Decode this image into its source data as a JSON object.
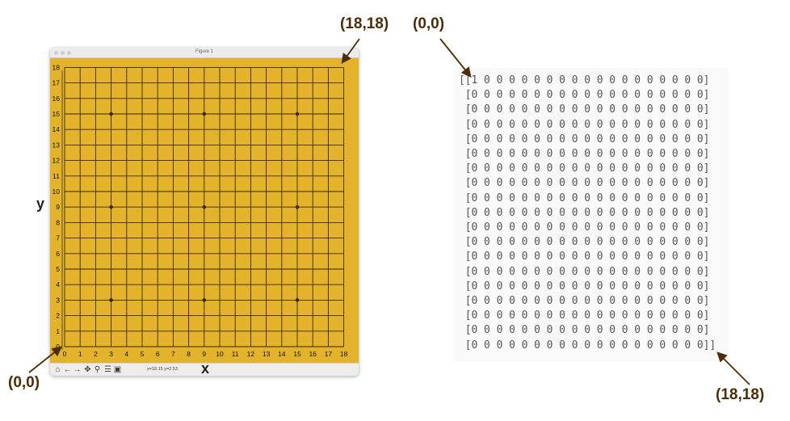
{
  "window": {
    "title": "Figure 1",
    "status": "x=18.15 y=2.53"
  },
  "toolbar_icons": [
    "home-icon",
    "back-arrow-icon",
    "forward-arrow-icon",
    "pan-icon",
    "zoom-icon",
    "configure-subplots-icon",
    "save-icon"
  ],
  "board": {
    "size": 19,
    "star_points": [
      [
        3,
        3
      ],
      [
        9,
        3
      ],
      [
        15,
        3
      ],
      [
        3,
        9
      ],
      [
        9,
        9
      ],
      [
        15,
        9
      ],
      [
        3,
        15
      ],
      [
        9,
        15
      ],
      [
        15,
        15
      ]
    ],
    "x_ticks": [
      "0",
      "1",
      "2",
      "3",
      "4",
      "5",
      "6",
      "7",
      "8",
      "9",
      "10",
      "11",
      "12",
      "13",
      "14",
      "15",
      "16",
      "17",
      "18"
    ],
    "y_ticks": [
      "0",
      "1",
      "2",
      "3",
      "4",
      "5",
      "6",
      "7",
      "8",
      "9",
      "10",
      "11",
      "12",
      "13",
      "14",
      "15",
      "16",
      "17",
      "18"
    ],
    "xlabel": "x",
    "ylabel": "y",
    "colors": {
      "board": "#e3b32c",
      "line": "#3a2a10"
    }
  },
  "annotations": {
    "top_right_board": "(18,18)",
    "bottom_left_board": "(0,0)",
    "top_left_matrix": "(0,0)",
    "bottom_right_matrix": "(18,18)",
    "arrow_color": "#4a2e08"
  },
  "matrix": {
    "rows": [
      "[[1 0 0 0 0 0 0 0 0 0 0 0 0 0 0 0 0 0 0]",
      " [0 0 0 0 0 0 0 0 0 0 0 0 0 0 0 0 0 0 0]",
      " [0 0 0 0 0 0 0 0 0 0 0 0 0 0 0 0 0 0 0]",
      " [0 0 0 0 0 0 0 0 0 0 0 0 0 0 0 0 0 0 0]",
      " [0 0 0 0 0 0 0 0 0 0 0 0 0 0 0 0 0 0 0]",
      " [0 0 0 0 0 0 0 0 0 0 0 0 0 0 0 0 0 0 0]",
      " [0 0 0 0 0 0 0 0 0 0 0 0 0 0 0 0 0 0 0]",
      " [0 0 0 0 0 0 0 0 0 0 0 0 0 0 0 0 0 0 0]",
      " [0 0 0 0 0 0 0 0 0 0 0 0 0 0 0 0 0 0 0]",
      " [0 0 0 0 0 0 0 0 0 0 0 0 0 0 0 0 0 0 0]",
      " [0 0 0 0 0 0 0 0 0 0 0 0 0 0 0 0 0 0 0]",
      " [0 0 0 0 0 0 0 0 0 0 0 0 0 0 0 0 0 0 0]",
      " [0 0 0 0 0 0 0 0 0 0 0 0 0 0 0 0 0 0 0]",
      " [0 0 0 0 0 0 0 0 0 0 0 0 0 0 0 0 0 0 0]",
      " [0 0 0 0 0 0 0 0 0 0 0 0 0 0 0 0 0 0 0]",
      " [0 0 0 0 0 0 0 0 0 0 0 0 0 0 0 0 0 0 0]",
      " [0 0 0 0 0 0 0 0 0 0 0 0 0 0 0 0 0 0 0]",
      " [0 0 0 0 0 0 0 0 0 0 0 0 0 0 0 0 0 0 0]",
      " [0 0 0 0 0 0 0 0 0 0 0 0 0 0 0 0 0 0 0]]"
    ]
  }
}
